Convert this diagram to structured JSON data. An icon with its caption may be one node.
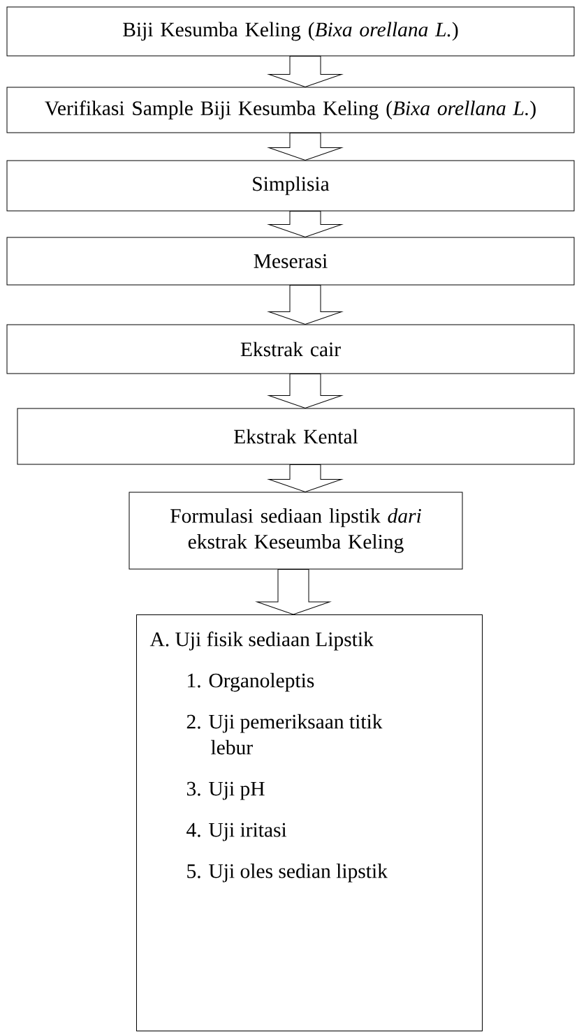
{
  "diagram": {
    "nodes": [
      {
        "text": [
          "Biji Kesumba Keling (*Bixa orellana L.*)"
        ]
      },
      {
        "text": [
          "Verifikasi Sample Biji Kesumba Keling (*Bixa orellana L.*)"
        ]
      },
      {
        "text": [
          "Simplisia"
        ]
      },
      {
        "text": [
          "Meserasi"
        ]
      },
      {
        "text": [
          "Ekstrak cair"
        ]
      },
      {
        "text": [
          "Ekstrak Kental"
        ]
      },
      {
        "text": [
          "Formulasi sediaan lipstik *dari* ekstrak Keseumba Keling"
        ]
      },
      {
        "text": [
          "A. Uji fisik sediaan Lipstik",
          "1. Organoleptis",
          "2. Uji pemeriksaan titik lebur",
          "3. Uji pH",
          "4. Uji iritasi",
          "5. Uji oles sedian lipstik"
        ]
      }
    ],
    "edges": [
      {
        "from": 0,
        "to": 1,
        "arrow": "to"
      },
      {
        "from": 1,
        "to": 2,
        "arrow": "to"
      },
      {
        "from": 2,
        "to": 3,
        "arrow": "to"
      },
      {
        "from": 3,
        "to": 4,
        "arrow": "to"
      },
      {
        "from": 4,
        "to": 5,
        "arrow": "to"
      },
      {
        "from": 5,
        "to": 6,
        "arrow": "to"
      },
      {
        "from": 6,
        "to": 7,
        "arrow": "to"
      }
    ]
  }
}
